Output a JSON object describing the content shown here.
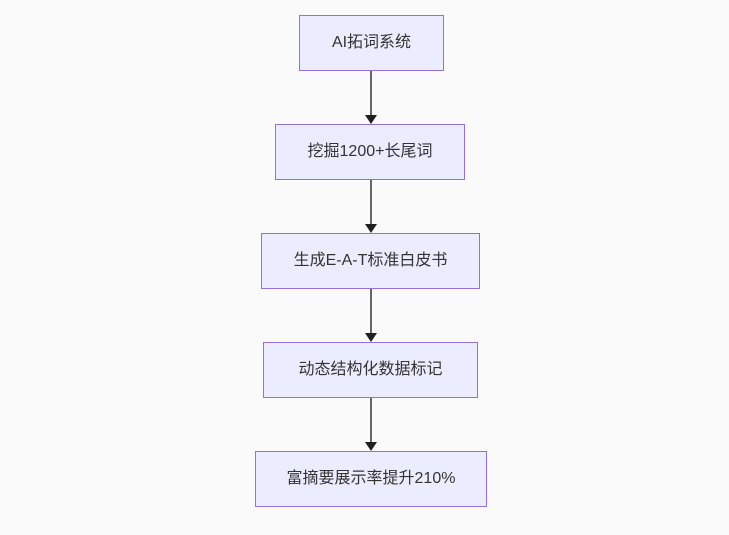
{
  "flowchart": {
    "title": "SEO AI flowchart",
    "direction": "top-down",
    "colors": {
      "background": "#fafafa",
      "node_fill": "#ECECFF",
      "node_border": "#9370DB",
      "edge_line": "#666666",
      "arrowhead": "#1f1f1f",
      "text": "#333333"
    },
    "nodes": [
      {
        "id": "A",
        "label": "AI拓词系统"
      },
      {
        "id": "B",
        "label": "挖掘1200+长尾词"
      },
      {
        "id": "C",
        "label": "生成E-A-T标准白皮书"
      },
      {
        "id": "D",
        "label": "动态结构化数据标记"
      },
      {
        "id": "E",
        "label": "富摘要展示率提升210%"
      }
    ],
    "edges": [
      {
        "from": "A",
        "to": "B"
      },
      {
        "from": "B",
        "to": "C"
      },
      {
        "from": "C",
        "to": "D"
      },
      {
        "from": "D",
        "to": "E"
      }
    ]
  }
}
